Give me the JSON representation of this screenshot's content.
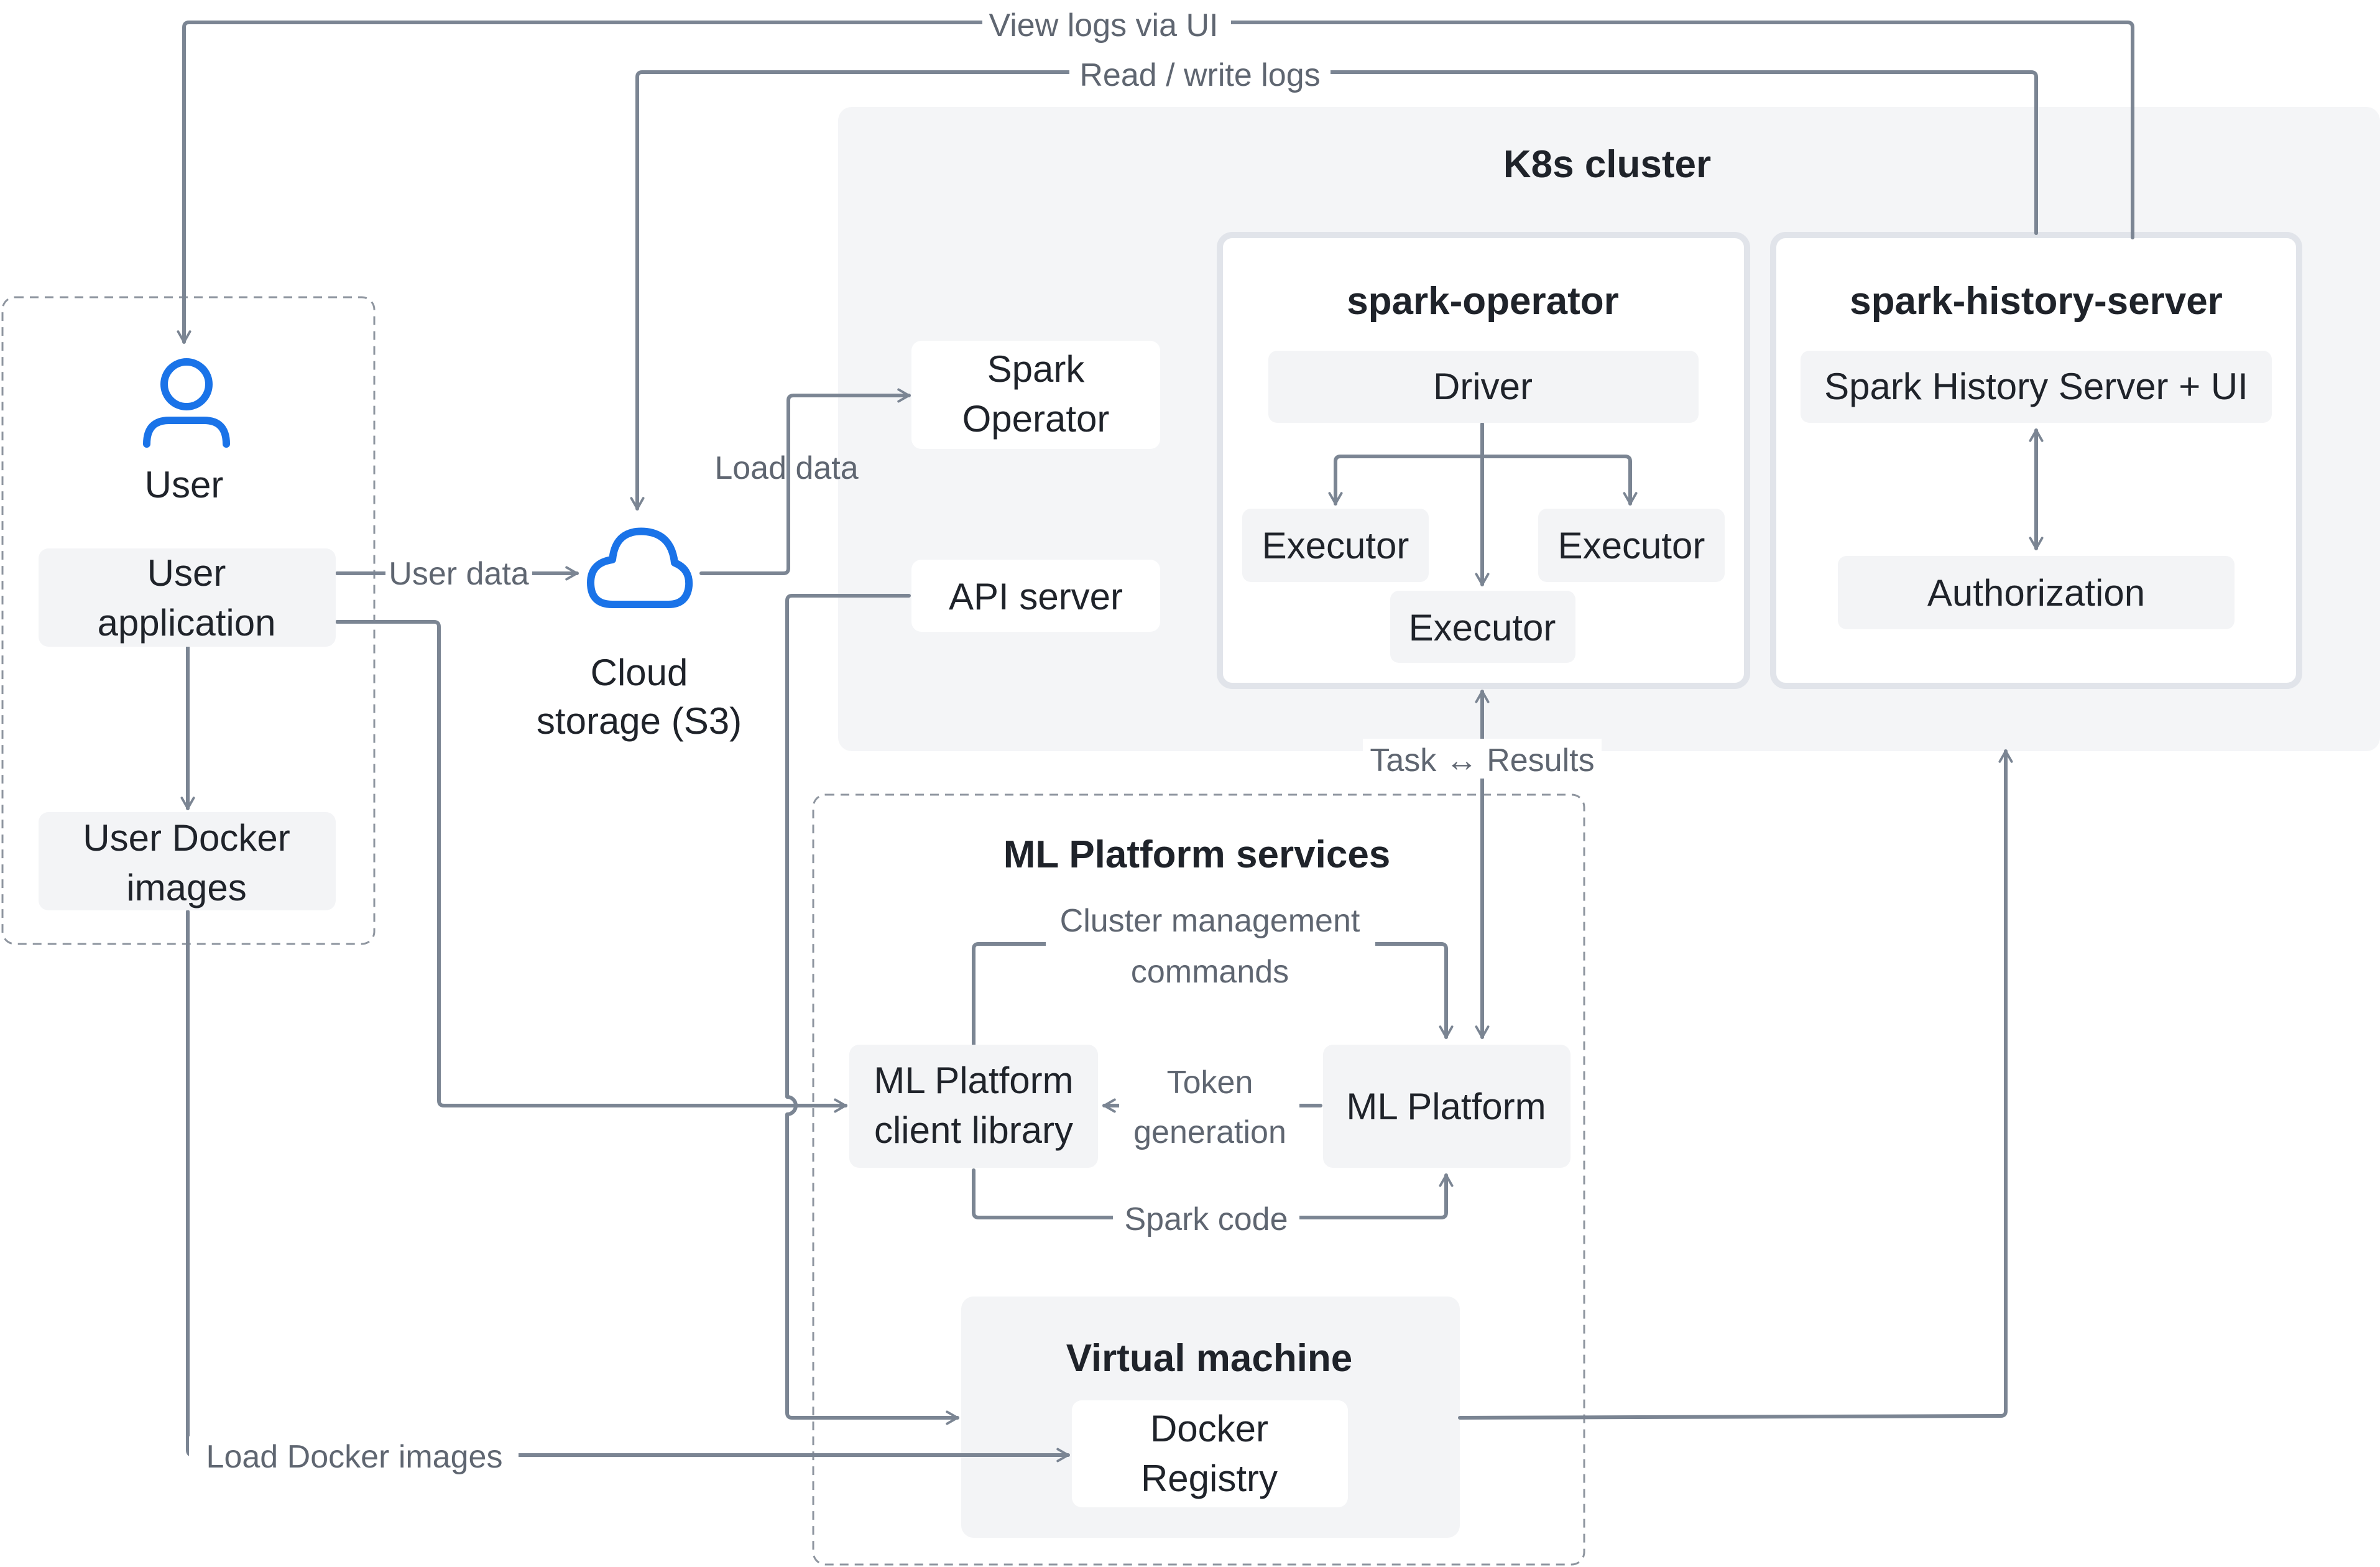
{
  "groups": {
    "k8s_cluster": "K8s cluster",
    "spark_operator": "spark-operator",
    "spark_history_server": "spark-history-server",
    "ml_platform_services": "ML Platform services",
    "virtual_machine": "Virtual machine"
  },
  "nodes": {
    "user": "User",
    "user_application": [
      "User",
      "application"
    ],
    "user_docker_images": [
      "User Docker",
      "images"
    ],
    "cloud_storage": [
      "Cloud",
      "storage (S3)"
    ],
    "spark_operator": [
      "Spark",
      "Operator"
    ],
    "api_server": "API server",
    "driver": "Driver",
    "executor_left": "Executor",
    "executor_right": "Executor",
    "executor_bottom": "Executor",
    "history_server_ui": "Spark History Server + UI",
    "authorization": "Authorization",
    "ml_platform_client": [
      "ML Platform",
      "client library"
    ],
    "ml_platform": "ML Platform",
    "docker_registry": [
      "Docker",
      "Registry"
    ]
  },
  "edges": {
    "view_logs": "View logs via UI",
    "read_write_logs": "Read / write logs",
    "load_data": "Load data",
    "user_data": "User data",
    "task_results": "Task ↔ Results",
    "cluster_mgmt": [
      "Cluster management",
      "commands"
    ],
    "token_generation": [
      "Token",
      "generation"
    ],
    "spark_code": "Spark code",
    "load_docker_images": "Load Docker images"
  },
  "colors": {
    "connector": "#7b8593",
    "group_fill": "#f3f4f6",
    "node_fill": "#f3f4f6",
    "icon_blue": "#1a73e8"
  },
  "icons": {
    "user": "user-icon",
    "cloud": "cloud-icon"
  }
}
